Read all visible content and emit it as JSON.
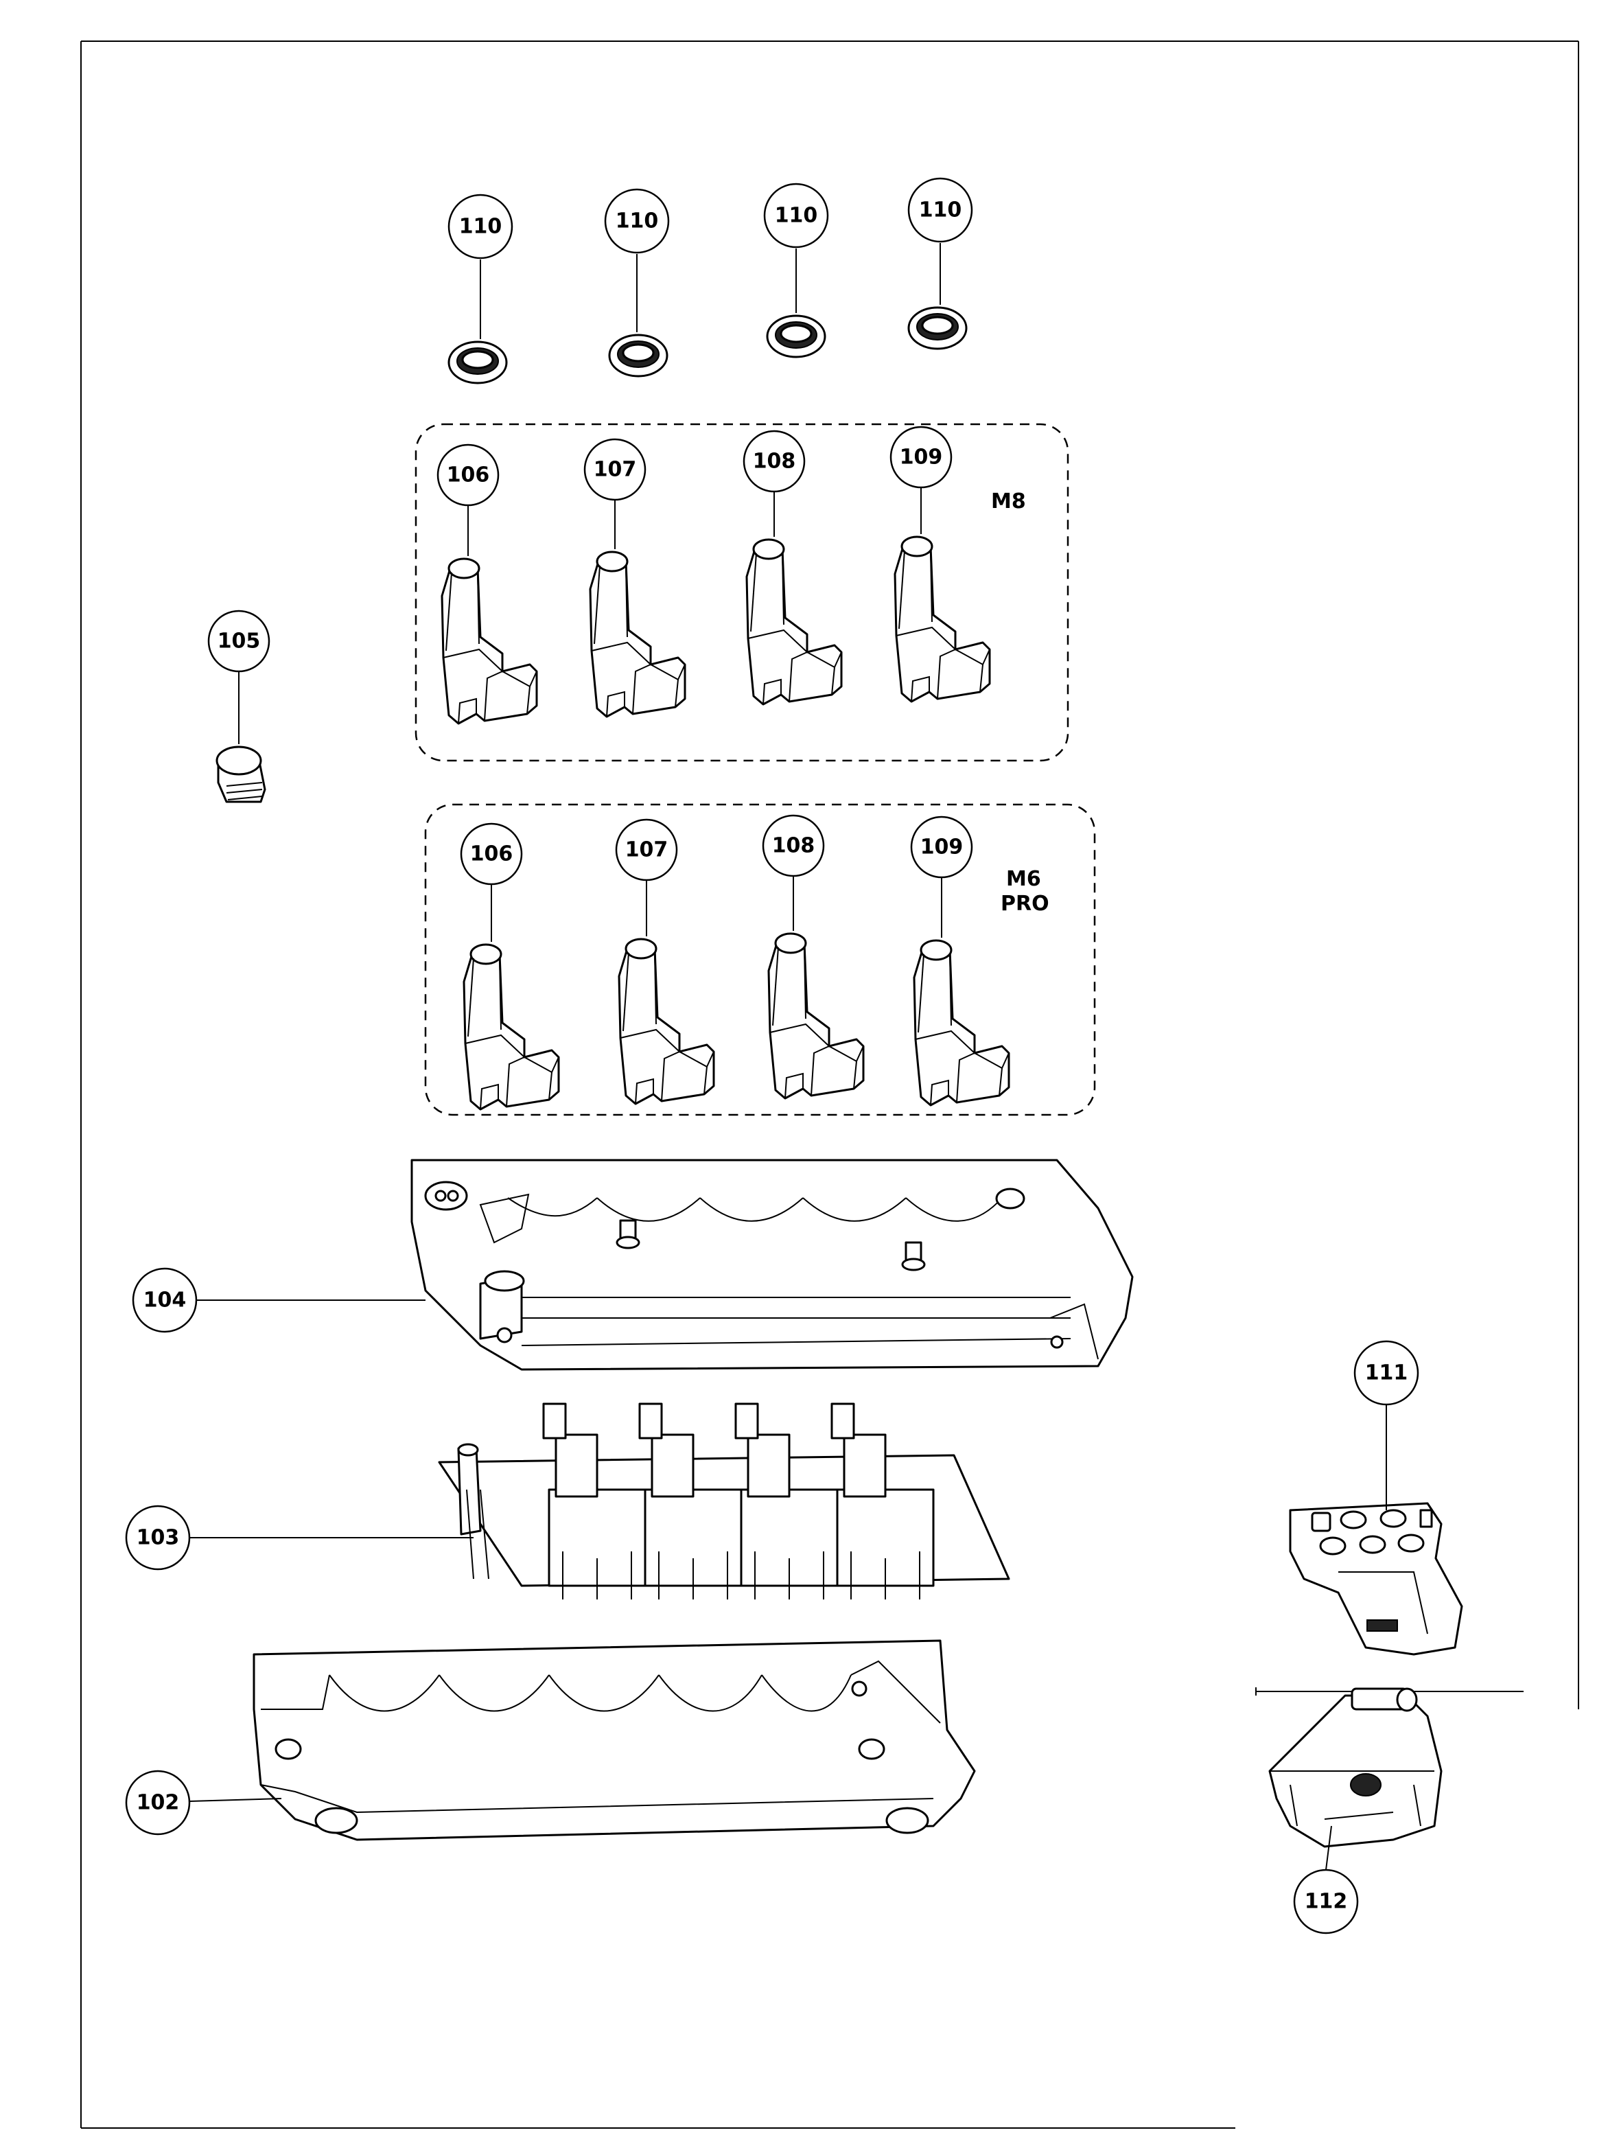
{
  "variants": [
    {
      "id": "m8",
      "lines": [
        "M8"
      ]
    },
    {
      "id": "m6-pro",
      "lines": [
        "M6",
        "PRO"
      ]
    }
  ],
  "callouts": [
    {
      "id": "110-a",
      "label": "110"
    },
    {
      "id": "110-b",
      "label": "110"
    },
    {
      "id": "110-c",
      "label": "110"
    },
    {
      "id": "110-d",
      "label": "110"
    },
    {
      "id": "m8-106",
      "label": "106"
    },
    {
      "id": "m8-107",
      "label": "107"
    },
    {
      "id": "m8-108",
      "label": "108"
    },
    {
      "id": "m8-109",
      "label": "109"
    },
    {
      "id": "105",
      "label": "105"
    },
    {
      "id": "m6-106",
      "label": "106"
    },
    {
      "id": "m6-107",
      "label": "107"
    },
    {
      "id": "m6-108",
      "label": "108"
    },
    {
      "id": "m6-109",
      "label": "109"
    },
    {
      "id": "104",
      "label": "104"
    },
    {
      "id": "103",
      "label": "103"
    },
    {
      "id": "111",
      "label": "111"
    },
    {
      "id": "102",
      "label": "102"
    },
    {
      "id": "112",
      "label": "112"
    }
  ]
}
